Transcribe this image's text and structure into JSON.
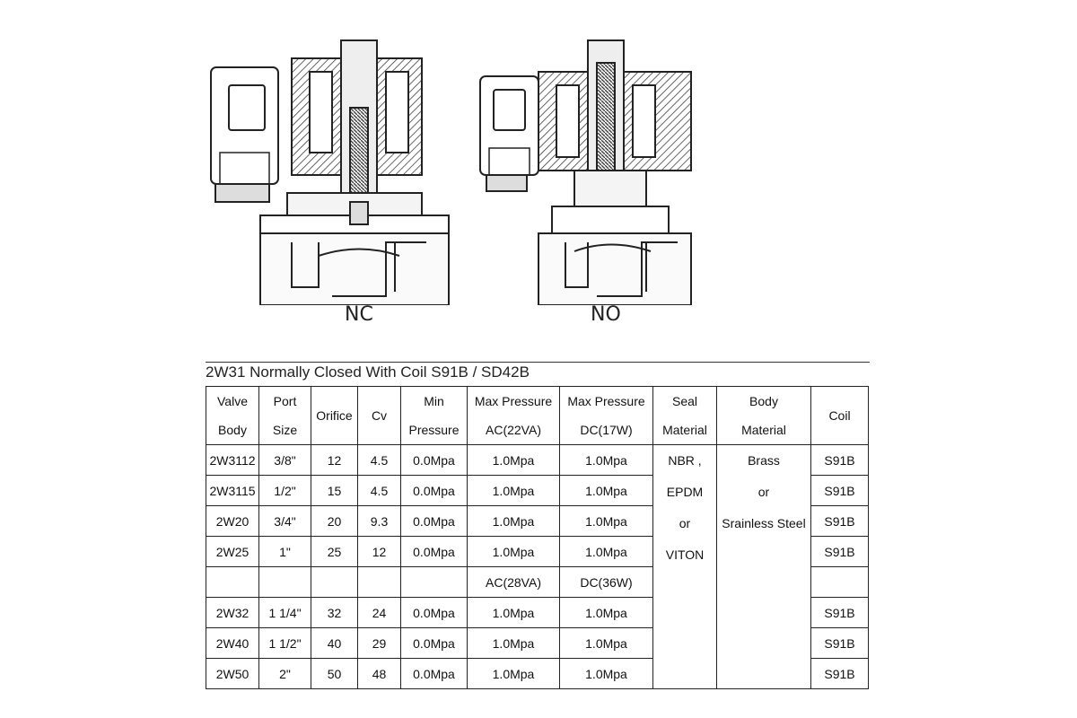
{
  "diagrams": {
    "nc_label": "NC",
    "no_label": "NO"
  },
  "table": {
    "caption": "2W31 Normally Closed With Coil S91B / SD42B",
    "headers": {
      "valve_body": [
        "Valve",
        "Body"
      ],
      "port_size": [
        "Port",
        "Size"
      ],
      "orifice": "Orifice",
      "cv": "Cv",
      "min_pressure": [
        "Min",
        "Pressure"
      ],
      "max_ac": [
        "Max Pressure",
        "AC(22VA)"
      ],
      "max_dc": [
        "Max Pressure",
        "DC(17W)"
      ],
      "seal": [
        "Seal",
        "Material"
      ],
      "body_material": [
        "Body",
        "Material"
      ],
      "coil": "Coil"
    },
    "rows": [
      {
        "model": "2W3112",
        "port": "3/8\"",
        "orifice": "12",
        "cv": "4.5",
        "min": "0.0Mpa",
        "ac": "1.0Mpa",
        "dc": "1.0Mpa",
        "coil": "S91B"
      },
      {
        "model": "2W3115",
        "port": "1/2\"",
        "orifice": "15",
        "cv": "4.5",
        "min": "0.0Mpa",
        "ac": "1.0Mpa",
        "dc": "1.0Mpa",
        "coil": "S91B"
      },
      {
        "model": "2W20",
        "port": "3/4\"",
        "orifice": "20",
        "cv": "9.3",
        "min": "0.0Mpa",
        "ac": "1.0Mpa",
        "dc": "1.0Mpa",
        "coil": "S91B"
      },
      {
        "model": "2W25",
        "port": "1\"",
        "orifice": "25",
        "cv": "12",
        "min": "0.0Mpa",
        "ac": "1.0Mpa",
        "dc": "1.0Mpa",
        "coil": "S91B"
      },
      {
        "model": "",
        "port": "",
        "orifice": "",
        "cv": "",
        "min": "",
        "ac": "AC(28VA)",
        "dc": "DC(36W)",
        "coil": ""
      },
      {
        "model": "2W32",
        "port": "1 1/4\"",
        "orifice": "32",
        "cv": "24",
        "min": "0.0Mpa",
        "ac": "1.0Mpa",
        "dc": "1.0Mpa",
        "coil": "S91B"
      },
      {
        "model": "2W40",
        "port": "1 1/2\"",
        "orifice": "40",
        "cv": "29",
        "min": "0.0Mpa",
        "ac": "1.0Mpa",
        "dc": "1.0Mpa",
        "coil": "S91B"
      },
      {
        "model": "2W50",
        "port": "2\"",
        "orifice": "50",
        "cv": "48",
        "min": "0.0Mpa",
        "ac": "1.0Mpa",
        "dc": "1.0Mpa",
        "coil": "S91B"
      }
    ],
    "seal_material": [
      "NBR ,",
      "EPDM",
      "or",
      "VITON"
    ],
    "body_material": [
      "Brass",
      "or",
      "Srainless Steel"
    ]
  }
}
